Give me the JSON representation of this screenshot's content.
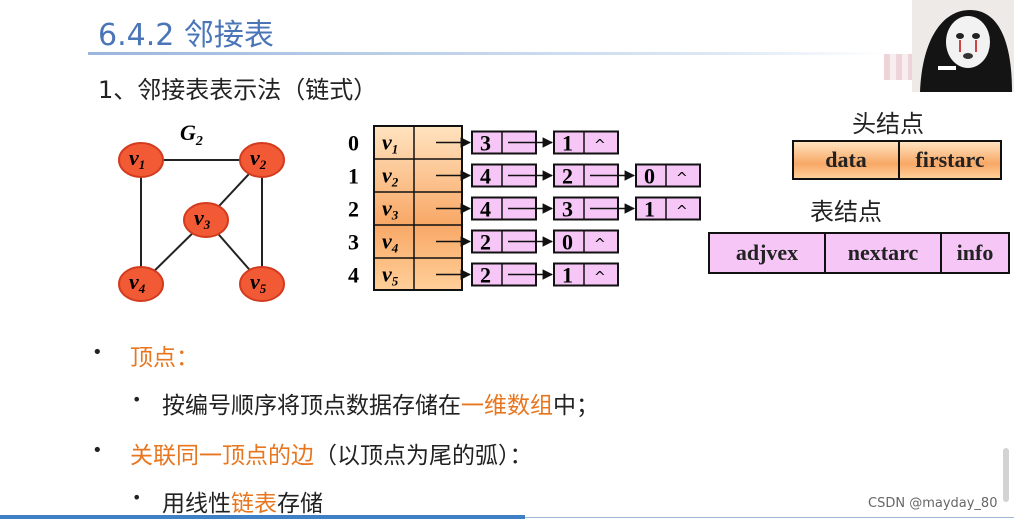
{
  "heading": {
    "number": "6.4.2",
    "text": "邻接表"
  },
  "subtitle": "1、邻接表表示法（链式）",
  "graph": {
    "label": "G",
    "label_sub": "2",
    "vertices": [
      {
        "id": "v1",
        "base": "v",
        "sub": "1"
      },
      {
        "id": "v2",
        "base": "v",
        "sub": "2"
      },
      {
        "id": "v3",
        "base": "v",
        "sub": "3"
      },
      {
        "id": "v4",
        "base": "v",
        "sub": "4"
      },
      {
        "id": "v5",
        "base": "v",
        "sub": "5"
      }
    ],
    "edges": [
      [
        "v1",
        "v2"
      ],
      [
        "v1",
        "v4"
      ],
      [
        "v2",
        "v3"
      ],
      [
        "v2",
        "v5"
      ],
      [
        "v3",
        "v4"
      ],
      [
        "v3",
        "v5"
      ]
    ],
    "colors": {
      "node_fill": "#f25a35",
      "node_stroke": "#d33b1f",
      "edge": "#222222"
    }
  },
  "adjacency_list": {
    "rows": [
      {
        "index": "0",
        "vertex_base": "v",
        "vertex_sub": "1",
        "adj": [
          "3",
          "1"
        ]
      },
      {
        "index": "1",
        "vertex_base": "v",
        "vertex_sub": "2",
        "adj": [
          "4",
          "2",
          "0"
        ]
      },
      {
        "index": "2",
        "vertex_base": "v",
        "vertex_sub": "3",
        "adj": [
          "4",
          "3",
          "1"
        ]
      },
      {
        "index": "3",
        "vertex_base": "v",
        "vertex_sub": "4",
        "adj": [
          "2",
          "0"
        ]
      },
      {
        "index": "4",
        "vertex_base": "v",
        "vertex_sub": "5",
        "adj": [
          "2",
          "1"
        ]
      }
    ],
    "null_symbol": "^",
    "link_symbol": "—"
  },
  "head_node": {
    "label": "头结点",
    "fields": [
      "data",
      "firstarc"
    ]
  },
  "table_node": {
    "label": "表结点",
    "fields": [
      "adjvex",
      "nextarc",
      "info"
    ]
  },
  "bullets": {
    "b1": "顶点：",
    "b1_sub": {
      "pre": "按编号顺序将顶点数据存储在",
      "highlight": "一维数组",
      "post": "中；"
    },
    "b2": {
      "highlight": "关联同一顶点的边",
      "post": "（以顶点为尾的弧）："
    },
    "b2_sub": {
      "pre": "用线性",
      "highlight": "链表",
      "post": "存储"
    }
  },
  "watermark": "CSDN @mayday_80",
  "icons": {
    "bullet": "bullet-dot-icon",
    "arrow": "arrow-right-icon"
  }
}
